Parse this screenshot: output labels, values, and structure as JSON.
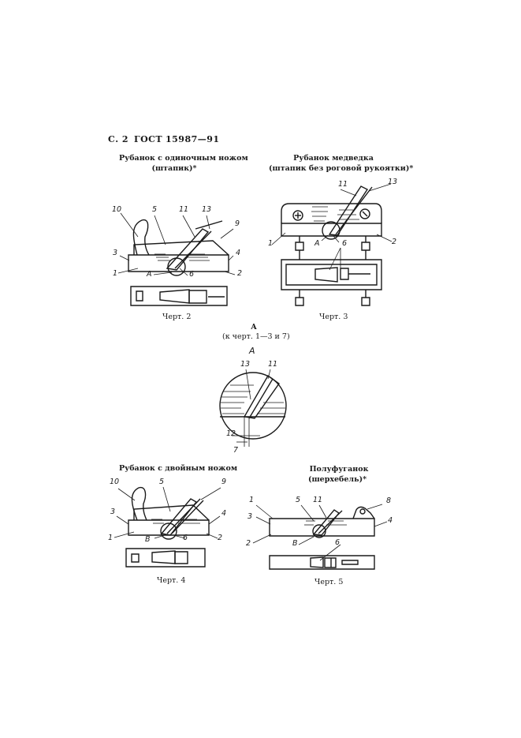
{
  "header": {
    "page": "С. 2",
    "standard": "ГОСТ",
    "number": "15987—91"
  },
  "fig2": {
    "title_line1": "Рубанок с одиночным ножом",
    "title_line2": "(штапик)*",
    "caption": "Черт. 2",
    "labels": {
      "l10": "10",
      "l5": "5",
      "l11": "11",
      "l13": "13",
      "l9": "9",
      "l3": "3",
      "l4": "4",
      "l1": "1",
      "lA": "А",
      "l6": "6",
      "l2": "2"
    }
  },
  "fig3": {
    "title_line1": "Рубанок медведка",
    "title_line2": "(штапик без роговой рукоятки)*",
    "caption": "Черт. 3",
    "labels": {
      "l11": "11",
      "l13": "13",
      "l1": "1",
      "l2": "2",
      "lA": "А",
      "l6": "6"
    }
  },
  "detailA": {
    "title": "А",
    "subtitle": "(к черт. 1—3 и 7)",
    "view_label": "А",
    "labels": {
      "l13": "13",
      "l11": "11",
      "l12": "12",
      "l7": "7"
    }
  },
  "fig4": {
    "title": "Рубанок с двойным ножом",
    "caption": "Черт. 4",
    "labels": {
      "l10": "10",
      "l5": "5",
      "l9": "9",
      "l3": "3",
      "l4": "4",
      "l1": "1",
      "lB": "В",
      "l6": "6",
      "l2": "2"
    }
  },
  "fig5": {
    "title_line1": "Полуфуганок",
    "title_line2": "(шерхебель)*",
    "caption": "Черт. 5",
    "labels": {
      "l1": "1",
      "l5": "5",
      "l11": "11",
      "l8": "8",
      "l3": "3",
      "l4": "4",
      "l2": "2",
      "lB": "В",
      "l6": "6"
    }
  }
}
